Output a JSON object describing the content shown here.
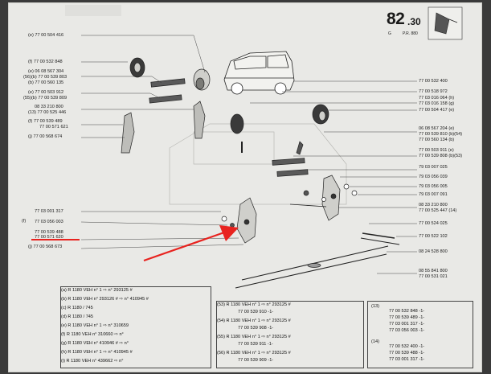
{
  "header": {
    "page_number": "82",
    "page_suffix": ".30",
    "section_letter": "G",
    "pr_code": "P.R. 880"
  },
  "left_refs": {
    "r1": "(e) 77 00 504 416",
    "r2": "(f) 77 00 532 848",
    "r3a": "(e) 06 08 567 304",
    "r3b": "(56)(b) 77 00 539 803",
    "r3c": "(b) 77 00 560 135",
    "r4a": "(e) 77 00 503 912",
    "r4b": "(55)(b) 77 00 539 809",
    "r5a": "08 33 210 800",
    "r5b": "(13) 77 00 525 446",
    "r6a": "(f) 77 00 539 489",
    "r6b": "77 00 571 621",
    "r7": "(j) 77 00 568 674",
    "r8": "77 03 001 317",
    "r9": "77 03 056 003",
    "r10a": "77 00 539 488",
    "r10b": "77 00 571 620",
    "r11": "(j) 77 00 568 673"
  },
  "right_refs": {
    "a1": "77 00 532 400",
    "a2": "77 00 518 972",
    "a3a": "77 03 016 064 (h)",
    "a3b": "77 03 016 158 (g)",
    "a4": "77 00 504 417 (e)",
    "a5a": "06 08 567 204 (e)",
    "a5b": "77 00 539 810 (b)(54)",
    "a5c": "77 00 560 134 (b)",
    "a6a": "77 00 503 911 (e)",
    "a6b": "77 00 539 808 (b)(53)",
    "a7": "79 03 007 025",
    "a8": "79 03 056 039",
    "a9": "79 03 056 005",
    "a10": "79 03 007 091",
    "a11a": "08 33 210 800",
    "a11b": "77 00 525 447 (14)",
    "a12": "77 00 524 025",
    "a13": "77 00 522 102",
    "a14": "08 24 528 800",
    "a15a": "08 55 841 800",
    "a15b": "77 00 531 021"
  },
  "notes_left": [
    {
      "tag": "(a)",
      "text": "R 1180  VEH n°  1 ⇨ n° 293125 #"
    },
    {
      "tag": "(b)",
      "text": "R 1180  VEH n° 293126 # ⇨ n° 410945 #"
    },
    {
      "tag": "(c)",
      "text": "R 1180  / 745"
    },
    {
      "tag": "(d)",
      "text": "R 1180  / 745"
    },
    {
      "tag": "(e)",
      "text": "R 1180  VEH n°  1 ⇨ n° 310659"
    },
    {
      "tag": "(f)",
      "text": "R 1180  VEH n° 310660 ⇨ n°"
    },
    {
      "tag": "(g)",
      "text": "R 1180  VEH n° 410946 # ⇨ n°"
    },
    {
      "tag": "(h)",
      "text": "R 1180  VEH n°  1 ⇨ n° 410945 #"
    },
    {
      "tag": "(i)",
      "text": "R 1180  VEH n° 439662 ⇨ n°"
    }
  ],
  "notes_mid": [
    {
      "tag": "(53)",
      "l1": "R 1180  VEH n°  1 ⇨ n° 293125 #",
      "l2": "77 00 539 910 -1-"
    },
    {
      "tag": "(54)",
      "l1": "R 1180  VEH n°  1 ⇨ n° 293125 #",
      "l2": "77 00 539 908 -1-"
    },
    {
      "tag": "(55)",
      "l1": "R 1180  VEH n°  1 ⇨ n° 293125 #",
      "l2": "77 00 539 911 -1-"
    },
    {
      "tag": "(56)",
      "l1": "R 1180  VEH n°  1 ⇨ n° 293125 #",
      "l2": "77 00 539 909 -1-"
    }
  ],
  "notes_right": [
    {
      "tag": "(13)",
      "l1": "77 00 532 848 -1-",
      "l2": "77 00 539 489 -1-",
      "l3": "77 03 001 317 -1-",
      "l4": "77 03 056 003 -1-"
    },
    {
      "tag": "(14)",
      "l1": "77 00 532 400 -1-",
      "l2": "77 00 539 488 -1-",
      "l3": "77 03 001 317 -1-"
    }
  ],
  "colors": {
    "highlight": "#e8231f",
    "ink": "#1a1a1a",
    "paper": "#e9e9e6"
  }
}
